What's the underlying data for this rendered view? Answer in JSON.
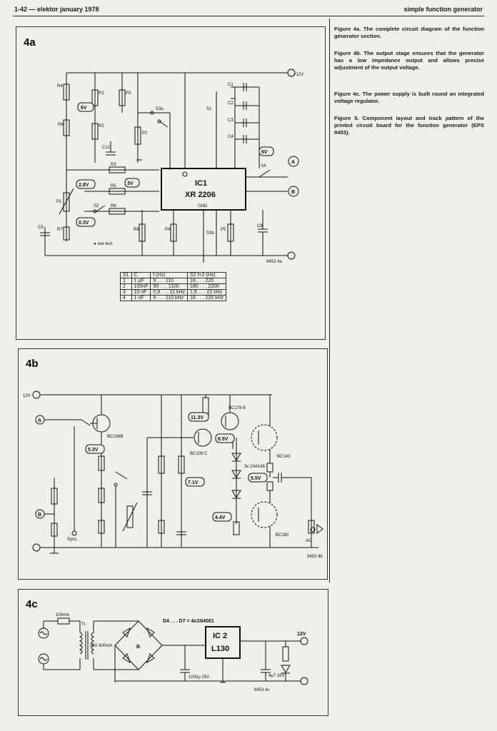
{
  "header": {
    "left": "1-42 — elektor january 1978",
    "right": "simple function generator"
  },
  "captions": [
    "Figure 4a. The complete circuit diagram of the function generator section.",
    "Figure 4b. The output stage ensures that the generator has a low impedance output and allows precise adjustment of the output voltage.",
    "Figure 4c. The power supply is built round an integrated voltage regulator.",
    "Figure 5. Component layout and track pattern of the printed circuit board for the function generator (EPS 9453)."
  ],
  "fig4a": {
    "label": "4a",
    "supply": "+12V",
    "ic_label": "IC1",
    "ic_name": "XR 2206",
    "gnd": "GND",
    "voltages": [
      "6V",
      "2.8V",
      "3V",
      "0.3V",
      "6V"
    ],
    "outputs": [
      "A",
      "B"
    ],
    "note": "● see text",
    "ref": "9453 4a",
    "components": [
      "R4",
      "R1",
      "P3",
      "R2",
      "P2",
      "C12",
      "R6",
      "R3",
      "R5",
      "R6",
      "P1",
      "S2",
      "R7",
      "C5",
      "R8",
      "P4",
      "S3b",
      "P5",
      "C8",
      "S3a",
      "S1",
      "S4",
      "C1",
      "C2",
      "C3",
      "C4"
    ],
    "table": {
      "headers": [
        "S1",
        "C",
        "f (Hz)",
        "S2 f×2 (Hz)"
      ],
      "rows": [
        [
          "1",
          "1 μF",
          "9 . . . 110",
          "18 . . . 220"
        ],
        [
          "2",
          "100nF",
          "90 . . . 1100",
          "180 . . . 2200"
        ],
        [
          "3",
          "10 nF",
          "0,9 . . . 11 kHz",
          "1,8 . . . 22 kHz"
        ],
        [
          "4",
          "1 nF",
          "9 . . . 110 kHz",
          "18 . . . 220 kHz"
        ]
      ]
    }
  },
  "fig4b": {
    "label": "4b",
    "supply": "12V",
    "transistors": [
      "BC108B",
      "BC109 C",
      "BC178 B",
      "BC140",
      "BC160"
    ],
    "voltages": [
      "5.3V",
      "11.3V",
      "6.5V",
      "7.1V",
      "5.5V",
      "4.4V"
    ],
    "diodes": "3x 1N4148",
    "inputs": [
      "A",
      "B"
    ],
    "sync": "Sync.",
    "ac": "AC",
    "ref": "9453 4b"
  },
  "fig4c": {
    "label": "4c",
    "fuse": "100mA",
    "transformer": "Tr.",
    "secondary": "15V 600mA",
    "diodes": "D4 . . . D7 = 4x1N4001",
    "bridge": "B",
    "reg_name": "IC 2",
    "reg_type": "L130",
    "out": "12V",
    "c10": "1000μ 25V",
    "c11": "4μ7 16V",
    "ref": "9453 4c"
  }
}
